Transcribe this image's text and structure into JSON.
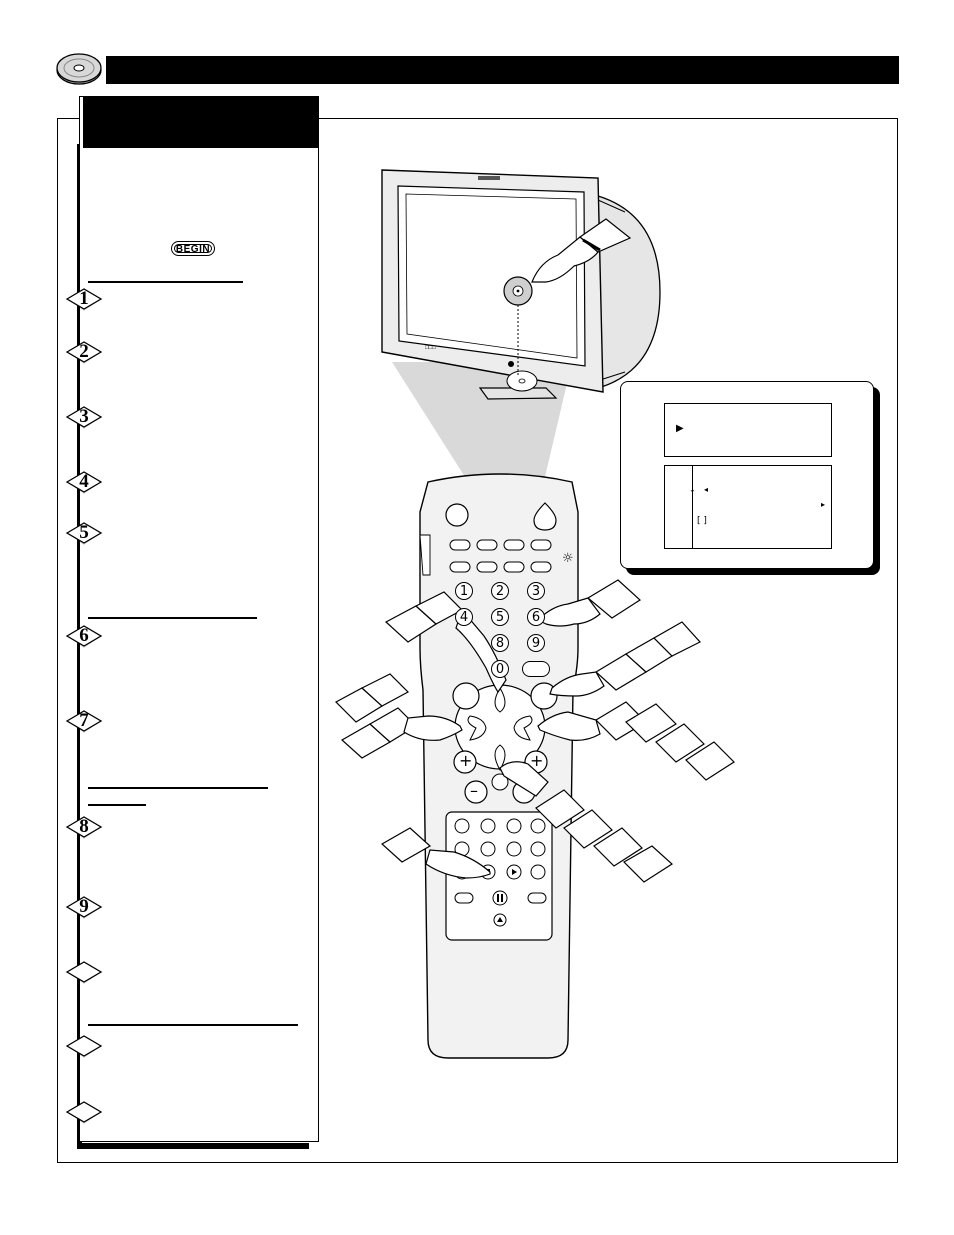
{
  "header": {
    "icon": "disc-icon"
  },
  "left_panel": {
    "badge_label": "BEGIN",
    "steps": [
      {
        "label": "1",
        "y": 0
      },
      {
        "label": "2"
      },
      {
        "label": "3"
      },
      {
        "label": "4"
      },
      {
        "label": "5"
      },
      {
        "label": "6"
      },
      {
        "label": "7"
      },
      {
        "label": "8"
      },
      {
        "label": "9"
      },
      {
        "label": ""
      },
      {
        "label": ""
      },
      {
        "label": ""
      }
    ]
  },
  "remote": {
    "digits": [
      "1",
      "2",
      "3",
      "4",
      "5",
      "6",
      "8",
      "9",
      "0"
    ],
    "plus_label": "+",
    "minus_label": "–",
    "light_icon": "light-icon"
  },
  "menu": {
    "cursor_glyph": "▶",
    "left_arrow": "◂",
    "right_arrow": "▸",
    "down_arrow": "↓",
    "bracket_glyph": "[ ]"
  },
  "colors": {
    "ink": "#000000",
    "paper": "#ffffff",
    "remote_body": "#f2f2f2",
    "disc": "#cfcfcf"
  }
}
